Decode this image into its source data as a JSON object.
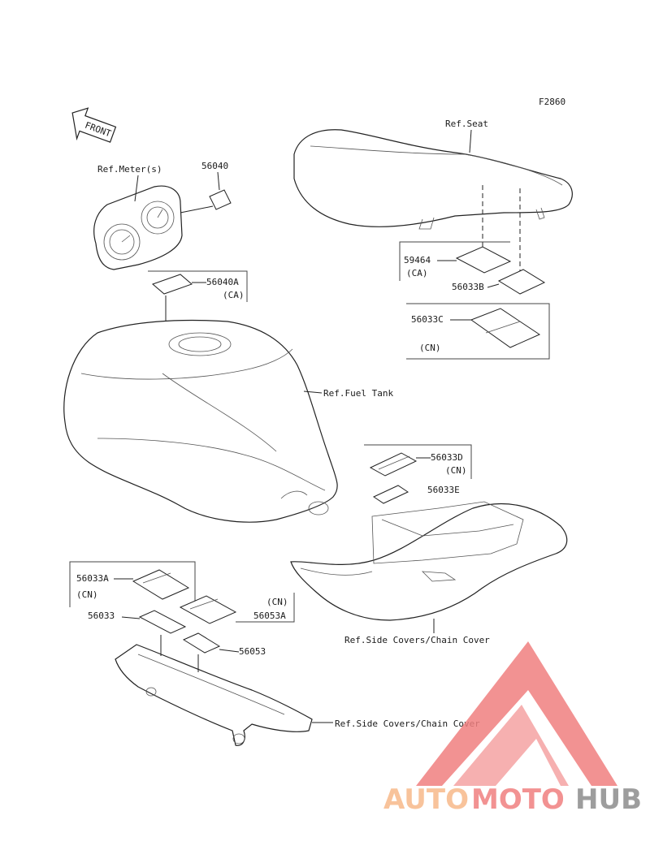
{
  "figure_code": "F2860",
  "front_arrow": "FRONT",
  "labels": {
    "ref_seat": "Ref.Seat",
    "ref_meters": "Ref.Meter(s)",
    "ref_fuel_tank": "Ref.Fuel Tank",
    "ref_side_covers_1": "Ref.Side Covers/Chain Cover",
    "ref_side_covers_2": "Ref.Side Covers/Chain Cover"
  },
  "parts": {
    "p56040": "56040",
    "p56040a": "56040A",
    "p56040a_note": "(CA)",
    "p59464": "59464",
    "p59464_note": "(CA)",
    "p56033b": "56033B",
    "p56033c": "56033C",
    "p56033c_note": "(CN)",
    "p56033d": "56033D",
    "p56033d_note": "(CN)",
    "p56033e": "56033E",
    "p56033a": "56033A",
    "p56033a_note": "(CN)",
    "p56033": "56033",
    "p56053a": "56053A",
    "p56053a_note": "(CN)",
    "p56053": "56053"
  },
  "watermark": {
    "part1": "AUTO",
    "part2": "MOTO",
    "part3": "HUB",
    "colors": {
      "orange": "#f7b98a",
      "red": "#f08080",
      "gray": "#8c8c8c"
    }
  }
}
